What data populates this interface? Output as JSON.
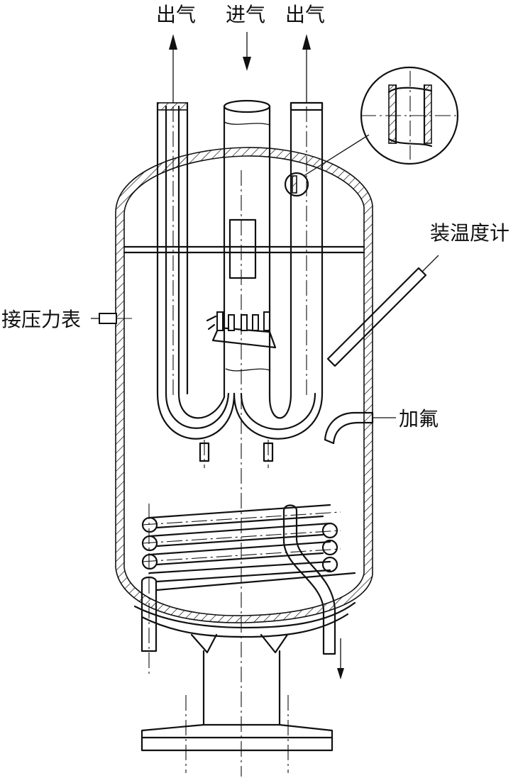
{
  "labels": {
    "outlet_left": "出气",
    "inlet": "进气",
    "outlet_right": "出气",
    "thermometer": "装温度计",
    "pressure_gauge": "接压力表",
    "freon_charge": "加氟"
  },
  "colors": {
    "line": "#111111",
    "background": "#ffffff"
  }
}
